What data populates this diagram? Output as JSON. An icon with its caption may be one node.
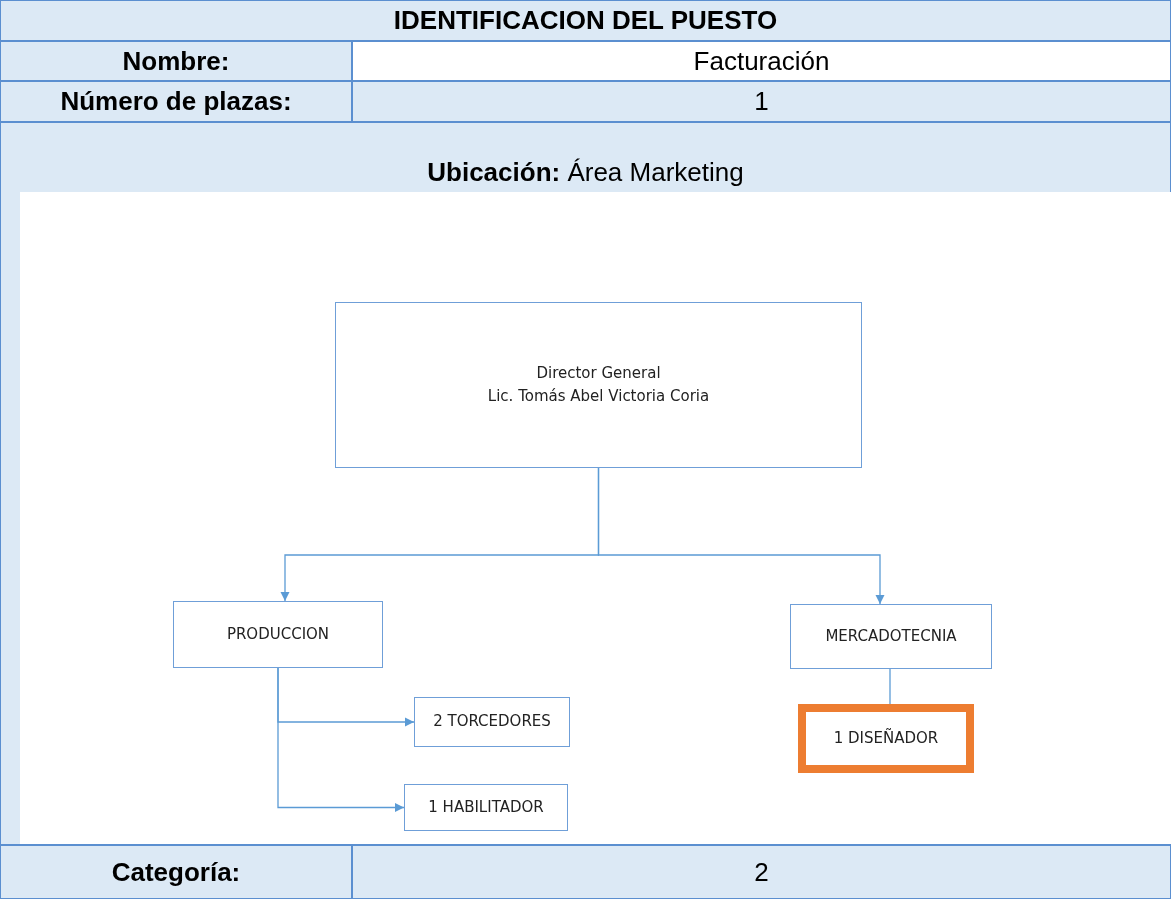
{
  "diagram": {
    "nodes": [
      {
        "text": [
          "Director General",
          "Lic. Tomás Abel Victoria Coria"
        ]
      },
      {
        "text": [
          "PRODUCCION"
        ]
      },
      {
        "text": [
          "MERCADOTECNIA"
        ]
      },
      {
        "text": [
          "2 TORCEDORES"
        ]
      },
      {
        "text": [
          "1 DISEÑADOR"
        ]
      },
      {
        "text": [
          "1 HABILITADOR"
        ]
      }
    ],
    "edges": [
      {
        "from": 0,
        "to": 1,
        "arrow": "to"
      },
      {
        "from": 0,
        "to": 2,
        "arrow": "to"
      },
      {
        "from": 1,
        "to": 3,
        "arrow": "to"
      },
      {
        "from": 1,
        "to": 5,
        "arrow": "to"
      },
      {
        "from": 2,
        "to": 4,
        "arrow": "none"
      }
    ],
    "labels": [
      "IDENTIFICACION DEL PUESTO",
      "Nombre:",
      "Facturación",
      "Número de plazas:",
      "1",
      "**Ubicación:** Área Marketing",
      "Categoría:",
      "2"
    ]
  }
}
